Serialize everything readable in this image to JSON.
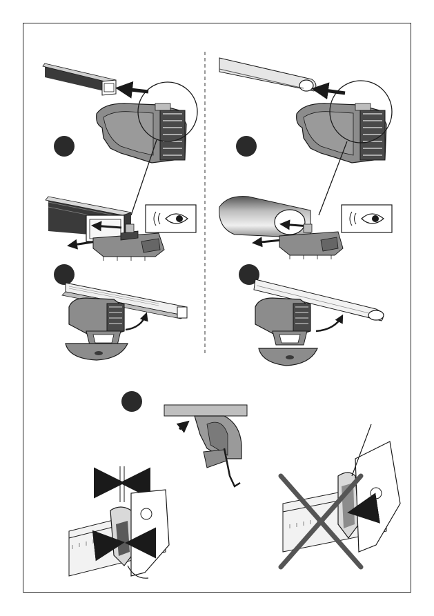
{
  "document": {
    "type": "assembly-instructions",
    "colors": {
      "line": "#1a1a1a",
      "foot_fill": "#8c8c8c",
      "foot_dark": "#5a5a5a",
      "bar_fill": "#e8e8e8",
      "bar_dark": "#3a3a3a",
      "badge": "#2a2a2a",
      "cross": "#555555",
      "paper": "#ffffff"
    },
    "panels": [
      {
        "id": "square-bar-insert",
        "bar_profile": "square"
      },
      {
        "id": "round-bar-insert",
        "bar_profile": "aero"
      },
      {
        "id": "square-bar-mount",
        "bar_profile": "square"
      },
      {
        "id": "round-bar-mount",
        "bar_profile": "aero"
      },
      {
        "id": "hex-key-tighten"
      },
      {
        "id": "clamp-gap-correct"
      },
      {
        "id": "clamp-gap-wrong"
      }
    ],
    "icons": [
      "eye-icon",
      "eye-icon",
      "hex-key-icon",
      "cross-icon"
    ]
  }
}
